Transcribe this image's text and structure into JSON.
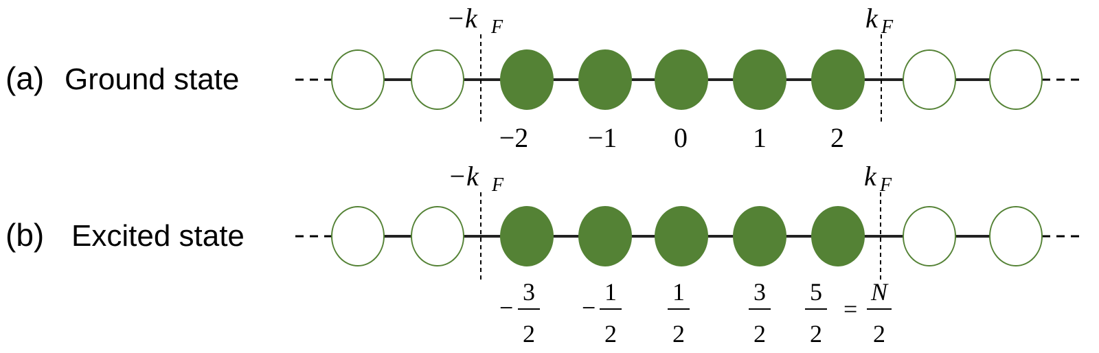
{
  "colors": {
    "occupied_fill": "#548235",
    "empty_stroke": "#548235",
    "line": "#222222"
  },
  "rows": [
    {
      "tag": "(a)",
      "title": "Ground state",
      "kf_left": "−k",
      "kf_right": "k",
      "kf_sub": "F",
      "labels": [
        "−2",
        "−1",
        "0",
        "1",
        "2"
      ]
    },
    {
      "tag": "(b)",
      "title": "Excited state",
      "kf_left": "−k",
      "kf_right": "k",
      "kf_sub": "F",
      "fractions": [
        {
          "sign": "−",
          "num": "3",
          "den": "2"
        },
        {
          "sign": "−",
          "num": "1",
          "den": "2"
        },
        {
          "sign": "",
          "num": "1",
          "den": "2"
        },
        {
          "sign": "",
          "num": "3",
          "den": "2"
        },
        {
          "sign": "",
          "num": "5",
          "den": "2"
        }
      ],
      "equals": "=",
      "N_num": "N",
      "N_den": "2"
    }
  ],
  "dots_pattern": [
    "empty",
    "empty",
    "filled",
    "filled",
    "filled",
    "filled",
    "filled",
    "empty",
    "empty"
  ]
}
